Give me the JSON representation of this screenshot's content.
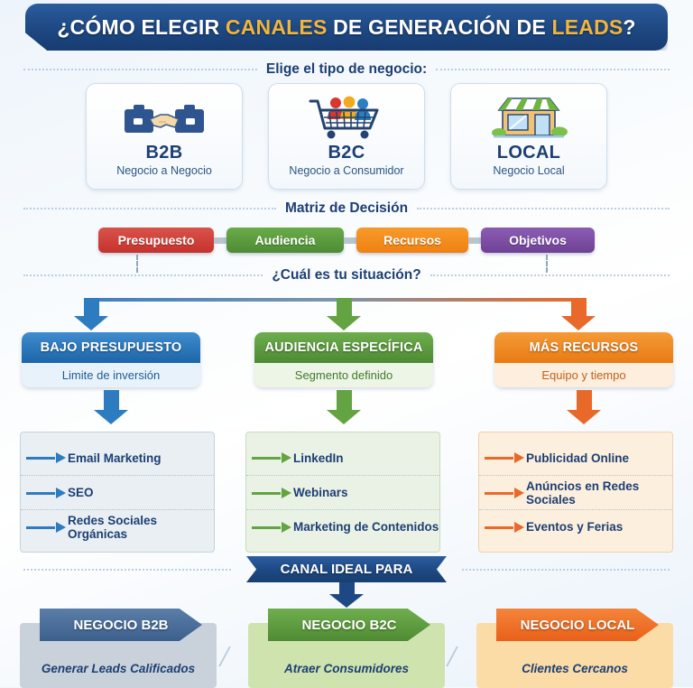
{
  "title": {
    "part1": "¿CÓMO ELEGIR ",
    "hl1": "CANALES",
    "part2": " DE GENERACIÓN DE ",
    "hl2": "LEADS",
    "part3": "?"
  },
  "sections": {
    "business_type": "Elige el tipo de negocio:",
    "matrix": "Matriz de Decisión",
    "situation": "¿Cuál es tu situación?"
  },
  "business_cards": [
    {
      "icon": "briefcase-handshake-icon",
      "code": "B2B",
      "label": "Negocio a Negocio"
    },
    {
      "icon": "shopping-cart-people-icon",
      "code": "B2C",
      "label": "Negocio a Consumidor"
    },
    {
      "icon": "storefront-icon",
      "code": "LOCAL",
      "label": "Negocio Local"
    }
  ],
  "matrix_pills": [
    {
      "label": "Presupuesto",
      "color": "#cf3b35",
      "width": 128
    },
    {
      "label": "Audiencia",
      "color": "#5b9b3e",
      "width": 130
    },
    {
      "label": "Recursos",
      "color": "#f28c1b",
      "width": 124
    },
    {
      "label": "Objetivos",
      "color": "#7b4fa3",
      "width": 126
    }
  ],
  "situations": [
    {
      "title": "BAJO PRESUPUESTO",
      "subtitle": "Limite de inversión",
      "head_color": "#2472ba",
      "body_bg": "#e8f2fb",
      "body_text": "#1d5c96",
      "arrow_color": "#2e7cc0",
      "channels": [
        "Email Marketing",
        "SEO",
        "Redes Sociales Orgánicas"
      ],
      "panel_bg": "#e9eff3",
      "panel_border": "#c3d3de"
    },
    {
      "title": "AUDIENCIA ESPECÍFICA",
      "subtitle": "Segmento definido",
      "head_color": "#5c9c3f",
      "body_bg": "#edf5e7",
      "body_text": "#3f7a2a",
      "arrow_color": "#63a342",
      "channels": [
        "LinkedIn",
        "Webinars",
        "Marketing de Contenidos"
      ],
      "panel_bg": "#eaf2e6",
      "panel_border": "#c8dcba"
    },
    {
      "title": "MÁS RECURSOS",
      "subtitle": "Equipo y tiempo",
      "head_color": "#ee8421",
      "body_bg": "#fdeedd",
      "body_text": "#c1601a",
      "arrow_color": "#e8692a",
      "channels": [
        "Publicidad Online",
        "Anúncios en Redes Sociales",
        "Eventos y Ferias"
      ],
      "panel_bg": "#fcefdd",
      "panel_border": "#efd2ad"
    }
  ],
  "canal_banner": "CANAL IDEAL PARA",
  "results": [
    {
      "tag": "NEGOCIO B2B",
      "caption": "Generar Leads Calificados",
      "tag_color": "#4a6d9c",
      "panel_bg": "#c9d2da"
    },
    {
      "tag": "NEGOCIO B2C",
      "caption": "Atraer Consumidores",
      "tag_color": "#5f9c3e",
      "panel_bg": "#cfe3ae"
    },
    {
      "tag": "NEGOCIO LOCAL",
      "caption": "Clientes Cercanos",
      "tag_color": "#ef6d22",
      "panel_bg": "#fbdba6"
    }
  ]
}
